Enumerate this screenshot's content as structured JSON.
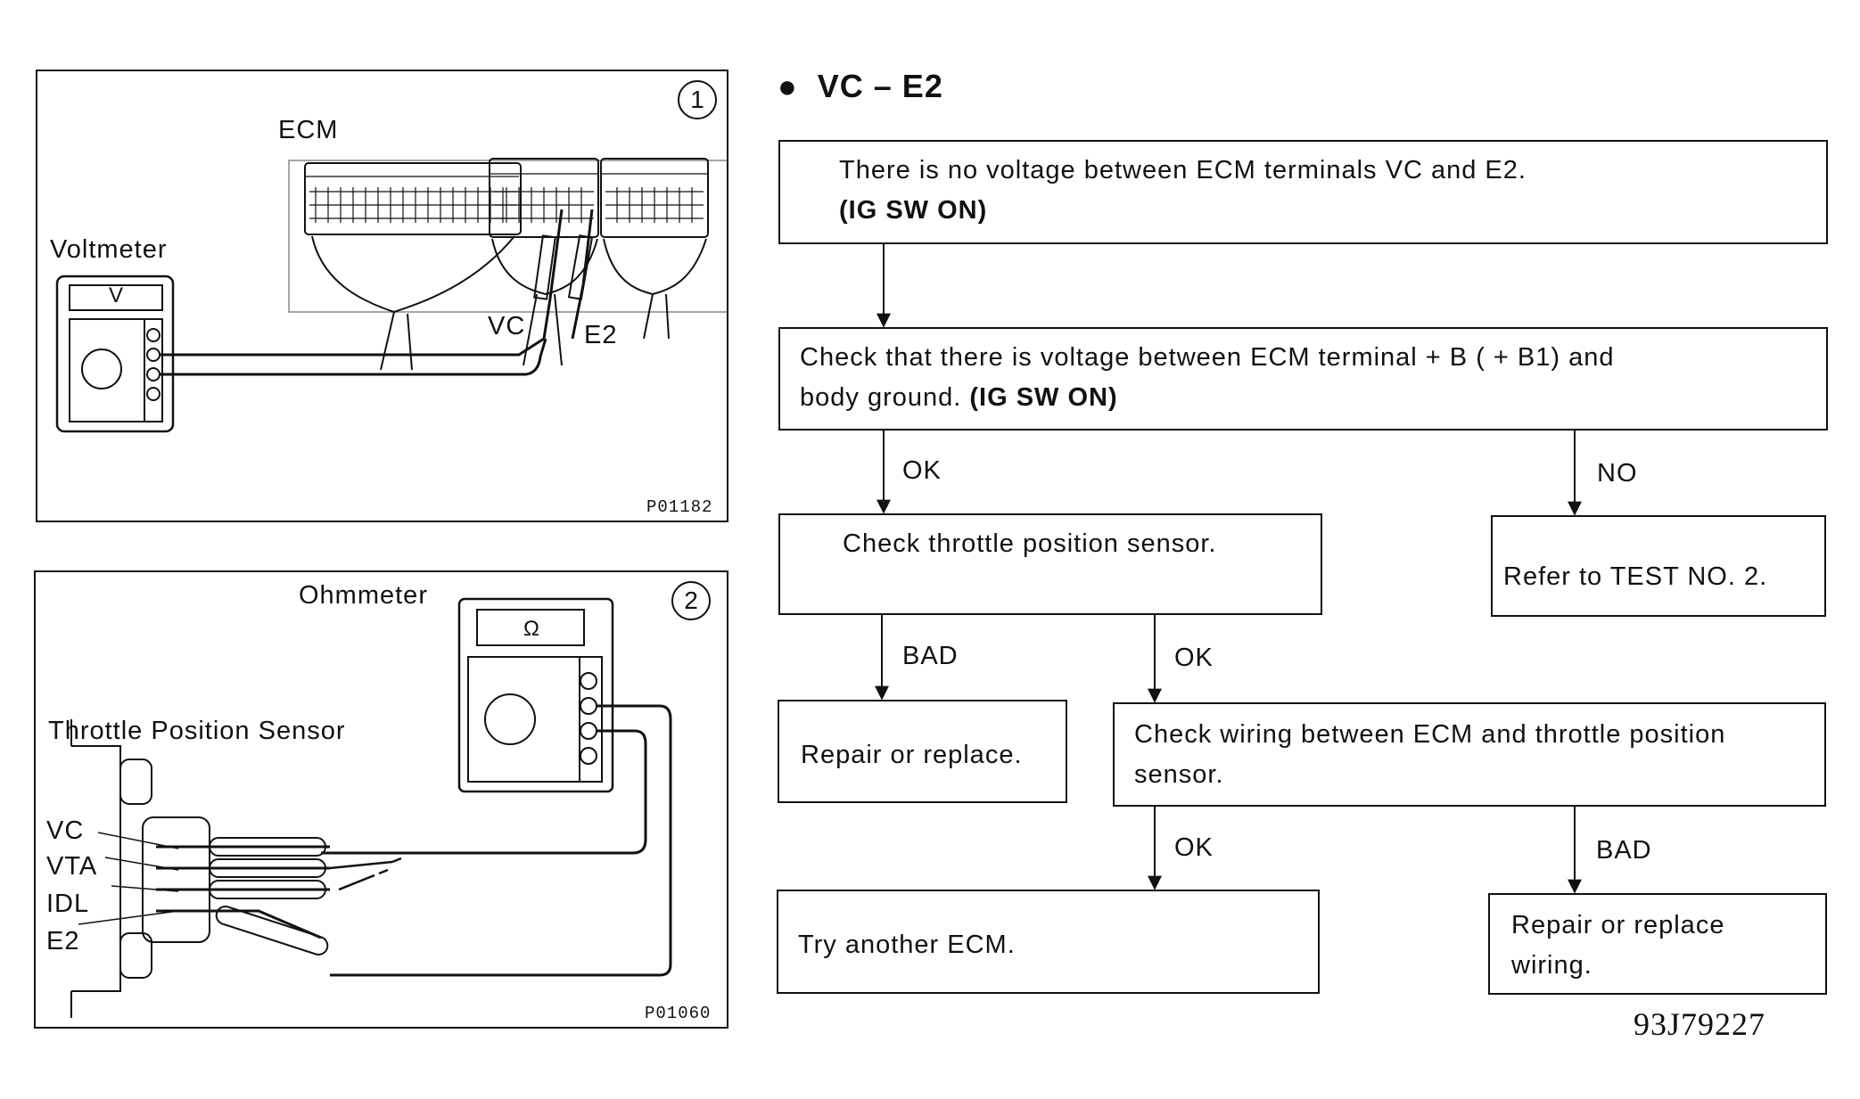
{
  "panel1": {
    "number": "1",
    "labels": {
      "ecm": "ECM",
      "voltmeter": "Voltmeter",
      "vc": "VC",
      "e2": "E2",
      "meter_face": "V"
    },
    "code": "P01182"
  },
  "panel2": {
    "number": "2",
    "labels": {
      "ohmmeter": "Ohmmeter",
      "tps": "Throttle Position Sensor",
      "vc": "VC",
      "vta": "VTA",
      "idl": "IDL",
      "e2": "E2",
      "meter_face": "Ω"
    },
    "code": "P01060"
  },
  "flow": {
    "title": "VC – E2",
    "box1": {
      "line1": "There is no voltage between ECM terminals VC and E2.",
      "line2": "(IG SW ON)"
    },
    "box2": {
      "line1": "Check that there is voltage between ECM terminal  + B  ( + B1)  and",
      "line2a": "body ground. ",
      "line2b": "(IG SW ON)"
    },
    "label_ok1": "OK",
    "label_no": "NO",
    "box3": "Check throttle position sensor.",
    "box4": "Refer to TEST NO. 2.",
    "label_bad1": "BAD",
    "label_ok2": "OK",
    "box5": "Repair or replace.",
    "box6": "Check wiring between ECM and throttle position sensor.",
    "label_ok3": "OK",
    "label_bad2": "BAD",
    "box7": "Try another ECM.",
    "box8": "Repair or replace wiring."
  },
  "figure_code": "93J79227"
}
